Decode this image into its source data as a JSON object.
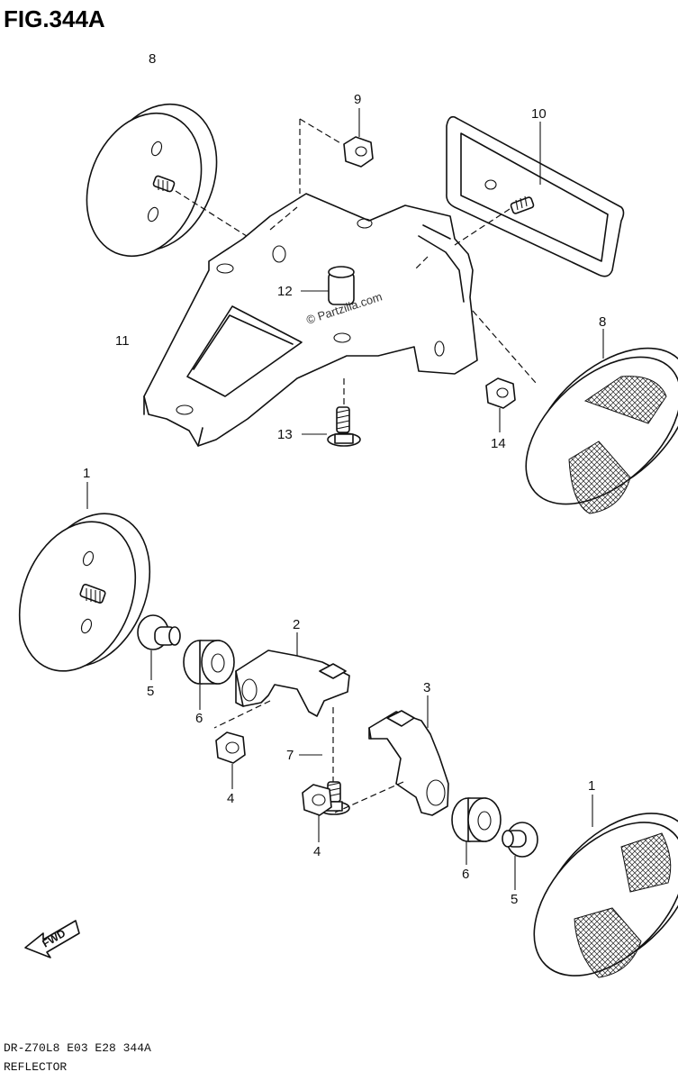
{
  "figure": {
    "title": "FIG.344A",
    "model_code": "DR-Z70L8  E03  E28  344A",
    "caption": "REFLECTOR",
    "watermark": "© Partzilla.com",
    "direction_label": "FWD"
  },
  "callouts": [
    {
      "id": "c8a",
      "label": "8"
    },
    {
      "id": "c9",
      "label": "9"
    },
    {
      "id": "c10",
      "label": "10"
    },
    {
      "id": "c12",
      "label": "12"
    },
    {
      "id": "c11",
      "label": "11"
    },
    {
      "id": "c8b",
      "label": "8"
    },
    {
      "id": "c13",
      "label": "13"
    },
    {
      "id": "c14",
      "label": "14"
    },
    {
      "id": "c1a",
      "label": "1"
    },
    {
      "id": "c2",
      "label": "2"
    },
    {
      "id": "c3",
      "label": "3"
    },
    {
      "id": "c5a",
      "label": "5"
    },
    {
      "id": "c6a",
      "label": "6"
    },
    {
      "id": "c7",
      "label": "7"
    },
    {
      "id": "c4a",
      "label": "4"
    },
    {
      "id": "c4b",
      "label": "4"
    },
    {
      "id": "c1b",
      "label": "1"
    },
    {
      "id": "c6b",
      "label": "6"
    },
    {
      "id": "c5b",
      "label": "5"
    }
  ]
}
